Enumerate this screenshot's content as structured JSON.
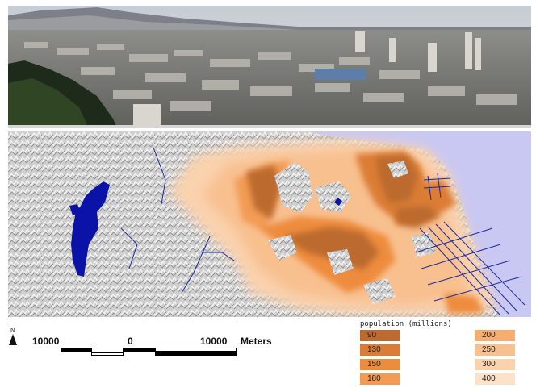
{
  "north_label": "N",
  "scale_bar": {
    "left_label": "10000",
    "center_label": "0",
    "right_label": "10000",
    "unit_label": "Meters"
  },
  "legend": {
    "title": "population (millions)",
    "items": [
      {
        "label": "90",
        "color": "#bc6a2e"
      },
      {
        "label": "130",
        "color": "#db7d36"
      },
      {
        "label": "150",
        "color": "#ee8c3e"
      },
      {
        "label": "180",
        "color": "#f39b54"
      },
      {
        "label": "200",
        "color": "#f6ad72"
      },
      {
        "label": "250",
        "color": "#f8c08f"
      },
      {
        "label": "300",
        "color": "#fad2ad"
      },
      {
        "label": "400",
        "color": "#fce2c9"
      }
    ]
  },
  "colors": {
    "water_reservoir": "#0a12a8",
    "sea": "#c9c8f2",
    "roads": "#1c2aa0",
    "terrain": "#d2d2d2"
  }
}
